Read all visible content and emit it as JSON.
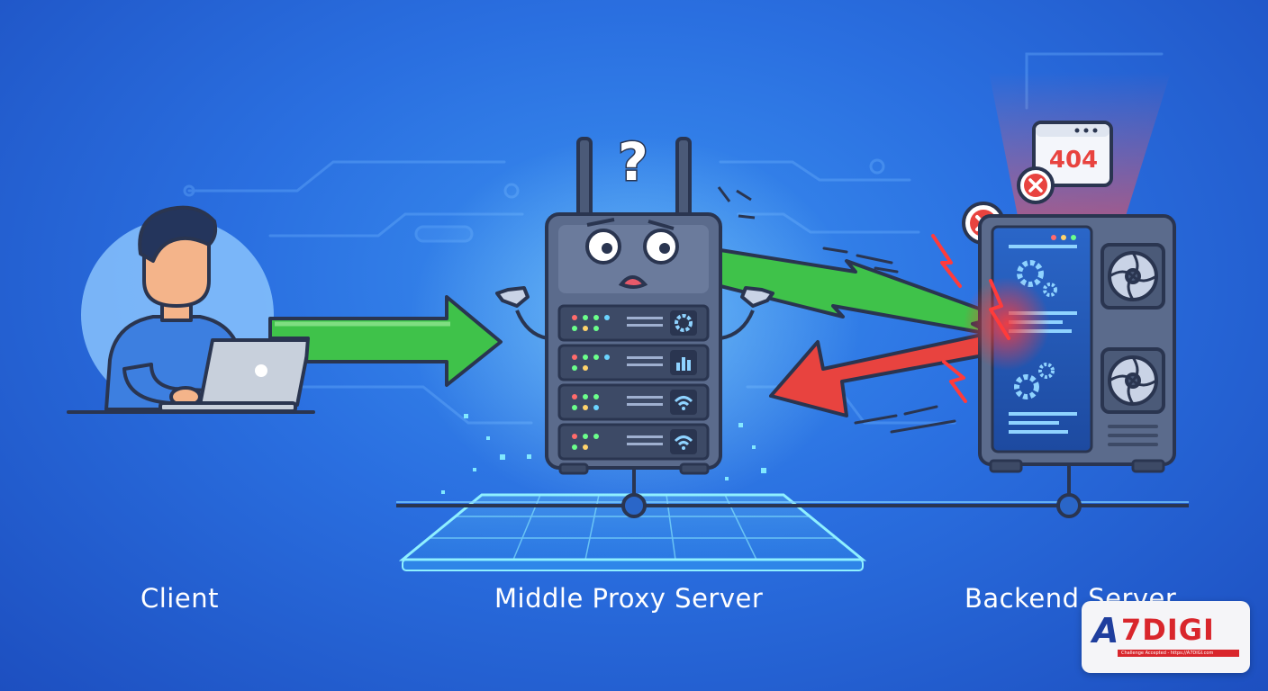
{
  "labels": {
    "client": "Client",
    "proxy": "Middle Proxy Server",
    "backend": "Backend Server"
  },
  "error": {
    "code": "404"
  },
  "proxy": {
    "thinking_glyph": "?"
  },
  "logo": {
    "a": "A",
    "digi": "7DIGI",
    "tagline": "Challenge Accepted - https://A7DIGI.com"
  },
  "colors": {
    "background": "#2a6fe0",
    "request_arrow": "#3fc24a",
    "response_arrow": "#e8433f",
    "outline": "#2a3550",
    "server_body": "#5b6b8c",
    "skin": "#f4b48a",
    "hoodie": "#3d7fe0"
  },
  "icons": [
    "person-icon",
    "laptop-icon",
    "router-server-icon",
    "gear-icon",
    "bar-chart-icon",
    "wifi-icon",
    "fan-icon",
    "error-x-icon",
    "lightning-icon",
    "browser-window-icon"
  ]
}
